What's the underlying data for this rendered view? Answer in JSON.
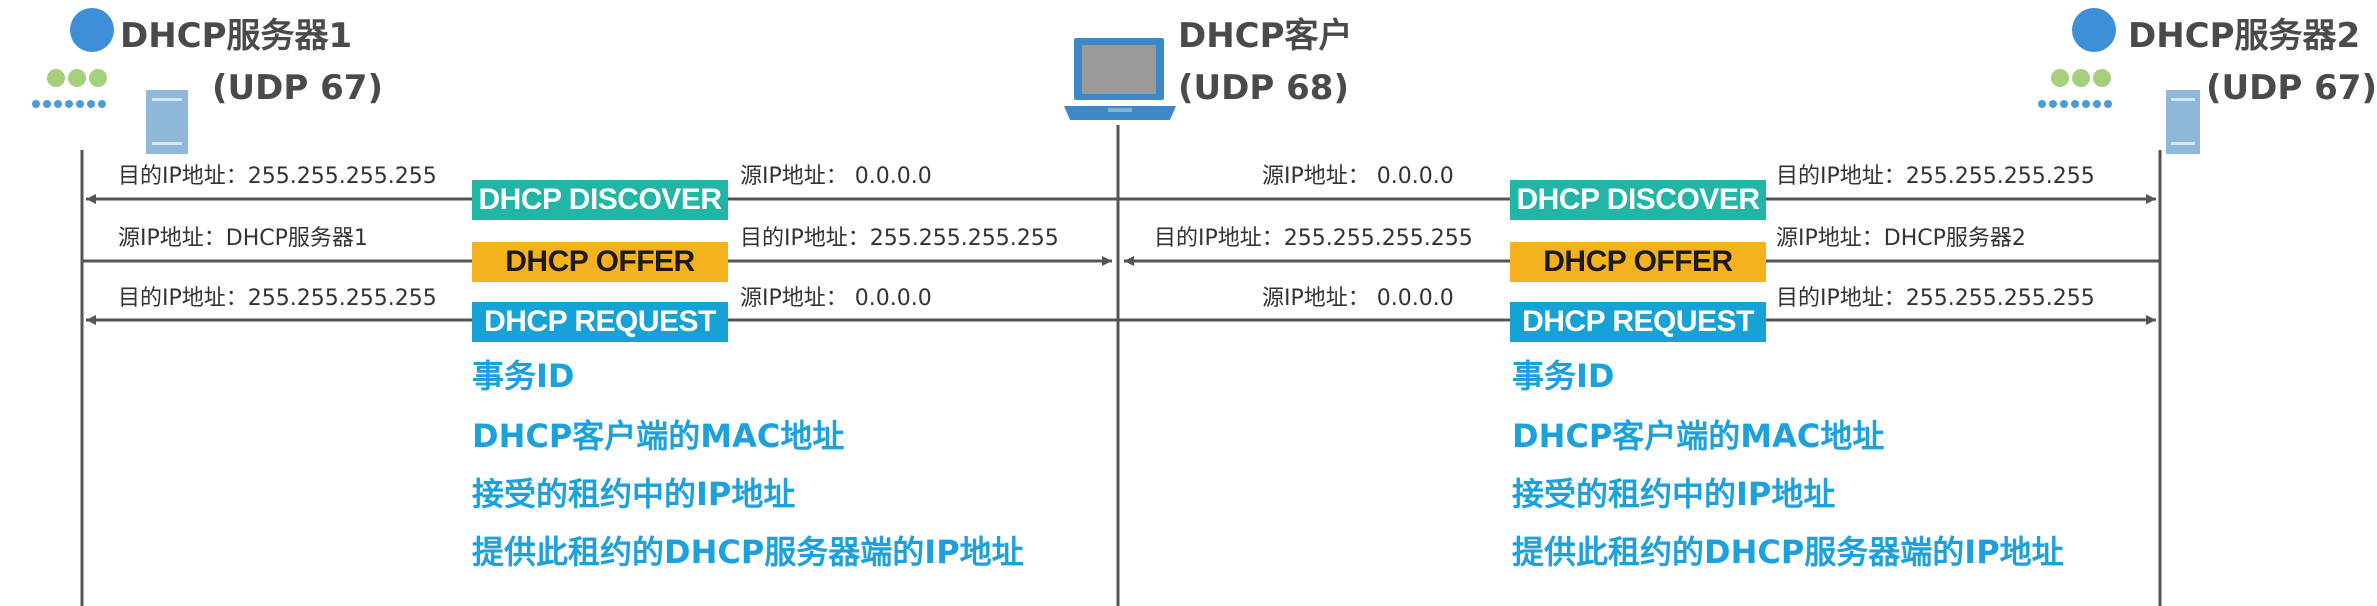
{
  "colors": {
    "discover": "#20b5a5",
    "offer": "#f6b21c",
    "request": "#17a2d6",
    "note_blue": "#1da1dc",
    "lines": "#555555",
    "person_head": "#3d8fd8",
    "people_green": "#a6cf7c",
    "people_blue": "#4a9bd8",
    "laptop": "#3d88c8",
    "server": "#8eb7da"
  },
  "nodes": {
    "server1": {
      "title": "DHCP服务器1",
      "port": "(UDP 67)",
      "icon": "dhcp-server-icon"
    },
    "client": {
      "title": "DHCP客户",
      "port": "(UDP 68)",
      "icon": "laptop-icon"
    },
    "server2": {
      "title": "DHCP服务器2",
      "port": "(UDP 67)",
      "icon": "dhcp-server-icon"
    }
  },
  "left": {
    "row1_l": "目的IP地址：255.255.255.255",
    "row1_r": "源IP地址：    0.0.0.0",
    "row2_l": "源IP地址：DHCP服务器1",
    "row2_r": "目的IP地址：255.255.255.255",
    "row3_l": "目的IP地址：255.255.255.255",
    "row3_r": "源IP地址：    0.0.0.0"
  },
  "right": {
    "row1_l": "源IP地址：    0.0.0.0",
    "row1_r": "目的IP地址：255.255.255.255",
    "row2_l": "目的IP地址：255.255.255.255",
    "row2_r": "源IP地址：DHCP服务器2",
    "row3_l": "源IP地址：    0.0.0.0",
    "row3_r": "目的IP地址：255.255.255.255"
  },
  "messages": {
    "discover": "DHCP DISCOVER",
    "offer": "DHCP OFFER",
    "request": "DHCP REQUEST"
  },
  "request_fields": [
    "事务ID",
    "DHCP客户端的MAC地址",
    "接受的租约中的IP地址",
    "提供此租约的DHCP服务器端的IP地址"
  ]
}
